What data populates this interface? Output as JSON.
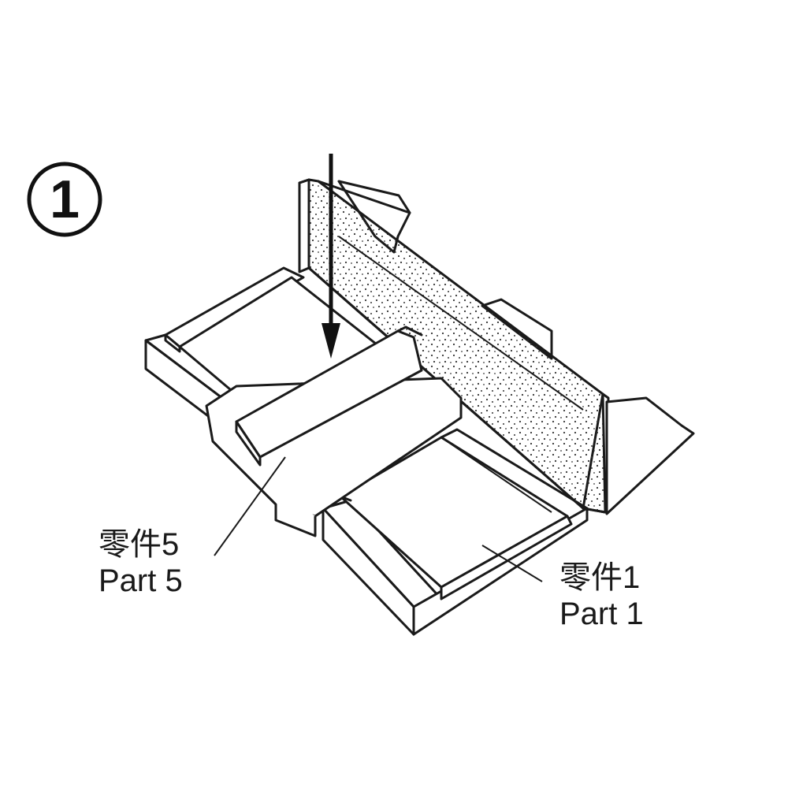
{
  "step": {
    "number": "1"
  },
  "labels": {
    "part5": {
      "zh": "零件5",
      "en": "Part 5"
    },
    "part1": {
      "zh": "零件1",
      "en": "Part 1"
    }
  },
  "icons": [
    "step-number-circle",
    "down-arrow-icon"
  ],
  "colors": {
    "line": "#1a1a1a",
    "background": "#ffffff"
  }
}
